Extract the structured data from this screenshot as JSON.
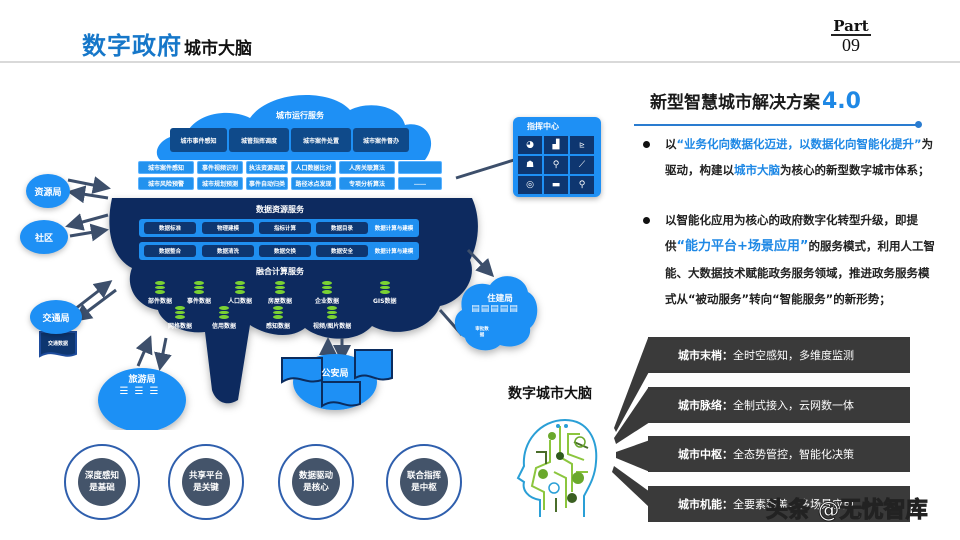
{
  "header": {
    "title_main": "数字政府",
    "title_sub": "城市大脑",
    "part_label": "Part",
    "part_number": "09"
  },
  "diagram": {
    "city_ops": {
      "title": "城市运行服务",
      "items": [
        "城市事件感知",
        "城管指挥调度",
        "城市案件处置",
        "城市案件督办"
      ]
    },
    "algorithms": {
      "row1": [
        "城市案件感知",
        "事件视频识别",
        "执法资源调度",
        "人口数据比对",
        "人房关联算法",
        ""
      ],
      "row2": [
        "城市风险预警",
        "城市规划预测",
        "事件自动归类",
        "路径冰点发现",
        "专项分析算法",
        "……"
      ]
    },
    "data_resources": {
      "title": "数据资源服务",
      "row1": [
        "数据标准",
        "物理建模",
        "指标计算",
        "数据目录"
      ],
      "row1_label": "数据计算与建模",
      "row2": [
        "数据整合",
        "数据清洗",
        "数据交换",
        "数据安全"
      ],
      "row2_label": "数据计算与建模"
    },
    "fusion_compute": {
      "title": "融合计算服务",
      "row1": [
        "部件数据",
        "事件数据",
        "人口数据",
        "房屋数据",
        "企业数据",
        "GIS数据"
      ],
      "row2": [
        "网格数据",
        "信用数据",
        "感知数据",
        "视频/图片数据"
      ]
    },
    "command_center": {
      "title": "指挥中心",
      "icons": [
        "pie-chart-icon",
        "bar-chart-icon",
        "line-chart-icon",
        "user-board-icon",
        "person-map-icon",
        "trend-icon",
        "compass-icon",
        "camera-icon",
        "search-icon"
      ]
    },
    "agencies": {
      "resources": "资源局",
      "community": "社区",
      "traffic": "交通局",
      "traffic_data": "交通数据",
      "tourism": "旅游局",
      "housing": "住建局",
      "housing_data": "审批数据",
      "police": "公安局"
    }
  },
  "principles": [
    {
      "line1": "深度感知",
      "line2": "是基础"
    },
    {
      "line1": "共享平台",
      "line2": "是关键"
    },
    {
      "line1": "数据驱动",
      "line2": "是核心"
    },
    {
      "line1": "联合指挥",
      "line2": "是中枢"
    }
  ],
  "right_panel": {
    "title": "新型智慧城市解决方案",
    "version": "4.0",
    "bullet1": {
      "pre": "以",
      "hl1": "“业务化向数据化迈进，以数据化向智能化提升”",
      "mid": "为驱动，构建以",
      "hl2": "城市大脑",
      "post": "为核心的新型数字城市体系；"
    },
    "bullet2": {
      "pre": "以智能化应用为核心的政府数字化转型升级，即提供",
      "hl": "“能力平台+场景应用”",
      "post": "的服务模式，利用人工智能、大数据技术赋能政务服务领域，推进政务服务模式从“被动服务”转向“智能服务”的新形势；"
    },
    "brain_title": "数字城市大脑",
    "layers": [
      {
        "name": "城市末梢：",
        "desc": "全时空感知，多维度监测"
      },
      {
        "name": "城市脉络：",
        "desc": "全制式接入，云网数一体"
      },
      {
        "name": "城市中枢：",
        "desc": "全态势管控，智能化决策"
      },
      {
        "name": "城市机能：",
        "desc": "全要素覆盖，多场景应用"
      }
    ]
  },
  "watermark": "头条 @无忧智库"
}
